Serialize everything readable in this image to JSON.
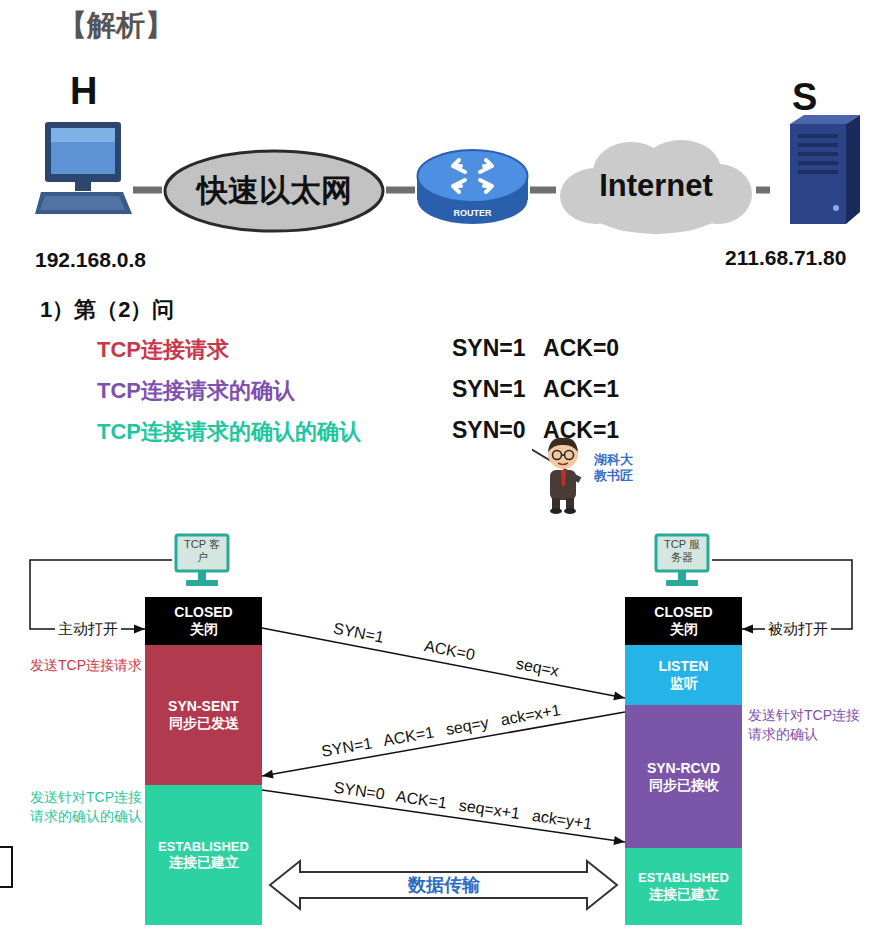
{
  "diagram": {
    "title": "【解析】",
    "nodes": [
      {
        "text": [
          "H",
          "192.168.0.8"
        ]
      },
      {
        "text": [
          "快速以太网"
        ]
      },
      {
        "text": [
          "ROUTER"
        ]
      },
      {
        "text": [
          "Internet"
        ]
      },
      {
        "text": [
          "S",
          "211.68.71.80"
        ]
      },
      {
        "text": [
          "TCP 客户"
        ]
      },
      {
        "text": [
          "TCP 服务器"
        ]
      },
      {
        "text": [
          "CLOSED",
          "关闭"
        ]
      },
      {
        "text": [
          "SYN-SENT",
          "同步已发送"
        ]
      },
      {
        "text": [
          "ESTABLISHED",
          "连接已建立"
        ]
      },
      {
        "text": [
          "CLOSED",
          "关闭"
        ]
      },
      {
        "text": [
          "LISTEN",
          "监听"
        ]
      },
      {
        "text": [
          "SYN-RCVD",
          "同步已接收"
        ]
      },
      {
        "text": [
          "ESTABLISHED",
          "连接已建立"
        ]
      }
    ],
    "edges": [
      {
        "from": 0,
        "to": 1,
        "arrow": "none"
      },
      {
        "from": 1,
        "to": 2,
        "arrow": "none"
      },
      {
        "from": 2,
        "to": 3,
        "arrow": "none"
      },
      {
        "from": 3,
        "to": 4,
        "arrow": "none"
      },
      {
        "from": 5,
        "to": 7,
        "arrow": "to",
        "label": "主动打开"
      },
      {
        "from": 6,
        "to": 10,
        "arrow": "to",
        "label": "被动打开"
      },
      {
        "from": 7,
        "to": 11,
        "arrow": "to",
        "label": "SYN=1 ACK=0 seq=x"
      },
      {
        "from": 12,
        "to": 8,
        "arrow": "to",
        "label": "SYN=1 ACK=1 seq=y ack=x+1"
      },
      {
        "from": 9,
        "to": 12,
        "arrow": "to",
        "label": "SYN=0 ACK=1 seq=x+1 ack=y+1"
      },
      {
        "from": 9,
        "to": 13,
        "arrow": "both",
        "label": "数据传输"
      }
    ],
    "labels": [
      "1）第（2）问",
      "TCP连接请求",
      "SYN=1 ACK=0",
      "TCP连接请求的确认",
      "SYN=1 ACK=1",
      "TCP连接请求的确认的确认",
      "SYN=0 ACK=1",
      "湖科大 教书匠",
      "发送TCP连接请求",
      "发送针对TCP连接请求的确认",
      "发送针对TCP连接请求的确认的确认"
    ]
  }
}
